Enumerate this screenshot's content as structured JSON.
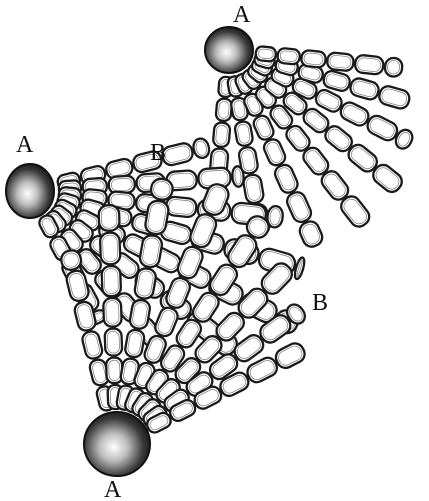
{
  "labels": {
    "a_top": "A",
    "a_left": "A",
    "a_bottom": "A",
    "b_upper": "B",
    "b_lower": "B"
  },
  "colors": {
    "ink": "#1a1a1a",
    "paper": "#ffffff"
  }
}
